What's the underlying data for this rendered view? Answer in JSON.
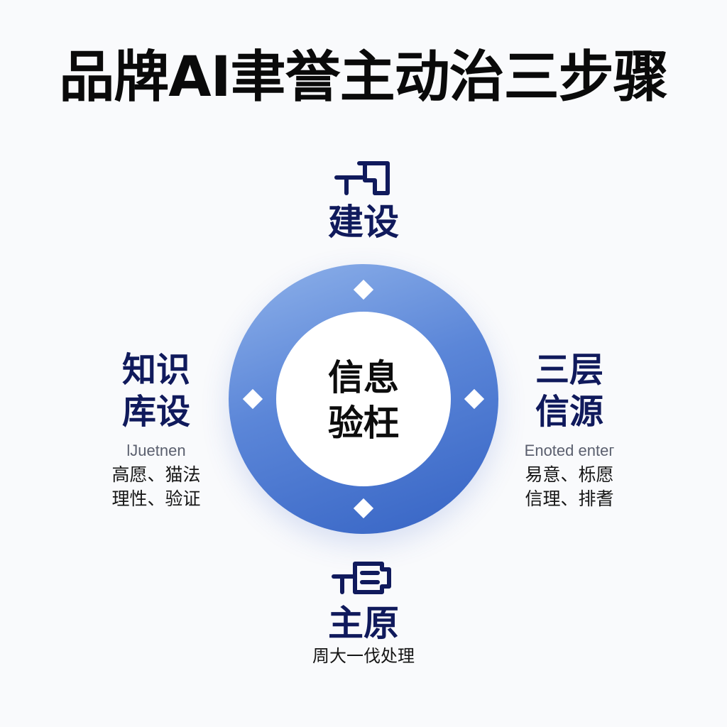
{
  "title": "品牌AI聿誉主动治三步骤",
  "center": {
    "line1": "信息",
    "line2": "验枉"
  },
  "steps": {
    "top": {
      "label": "建设",
      "icon": "presenter-icon"
    },
    "left": {
      "label_line1": "知识",
      "label_line2": "库设",
      "subtitle_en": "lJuetnen",
      "desc_line1": "高愿、猫法",
      "desc_line2": "理性、验证"
    },
    "right": {
      "label_line1": "三层",
      "label_line2": "信源",
      "subtitle_en": "Enoted entег",
      "desc_line1": "易意、栎愿",
      "desc_line2": "信理、排耆"
    },
    "bottom": {
      "label": "主原",
      "desc": "周大一伐处理",
      "icon": "device-icon"
    }
  },
  "colors": {
    "title": "#0a0a0a",
    "label": "#101a5c",
    "ring_light": "#8fb2ea",
    "ring_dark": "#3563c4",
    "icon": "#101a5c"
  }
}
